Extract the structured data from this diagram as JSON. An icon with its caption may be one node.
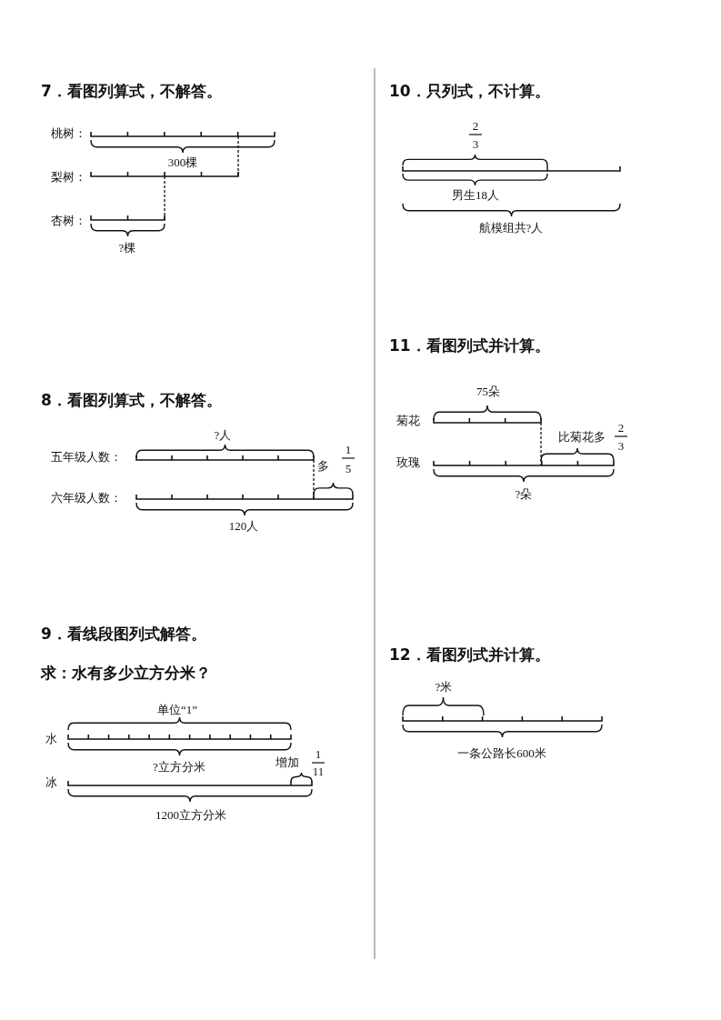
{
  "diagram": {
    "labels": [
      "7．看图列算式，不解答。",
      "桃树：",
      "300棵",
      "梨树：",
      "杏树：",
      "?棵",
      "8．看图列算式，不解答。",
      "?人",
      "五年级人数：",
      "多",
      "1",
      "5",
      "六年级人数：",
      "120人",
      "9．看线段图列式解答。",
      "求：水有多少立方分米？",
      "单位“1”",
      "水",
      "?立方分米",
      "增加",
      "1",
      "11",
      "冰",
      "1200立方分米",
      "10．只列式，不计算。",
      "2",
      "3",
      "男生18人",
      "航模组共?人",
      "11．看图列式并计算。",
      "75朵",
      "菊花",
      "比菊花多",
      "2",
      "3",
      "玫瑰",
      "?朵",
      "12．看图列式并计算。",
      "?米",
      "一条公路长600米"
    ]
  }
}
